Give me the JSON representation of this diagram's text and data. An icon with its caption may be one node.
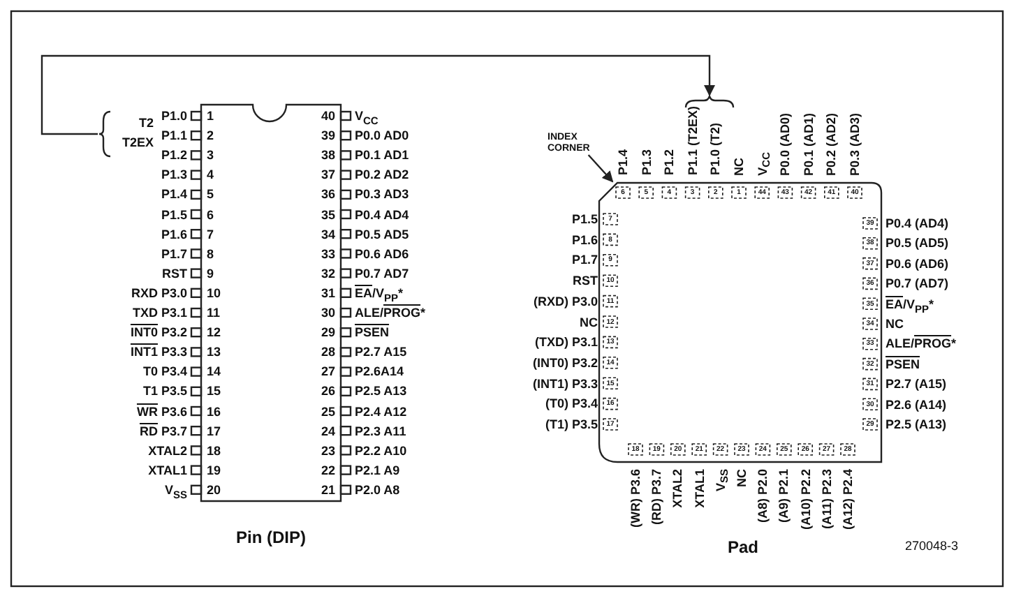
{
  "diagram": {
    "nodes": [
      {
        "text": [],
        "shape": "box",
        "beside": [
          "Pin (DIP)"
        ]
      },
      {
        "text": [
          "T2",
          "T2EX"
        ]
      },
      {
        "text": [],
        "shape": "bracket"
      },
      {
        "text": [],
        "shape": "box"
      },
      {
        "text": [
          "INDEX CORNER"
        ]
      }
    ],
    "edges": [
      {
        "from": 1,
        "to": 2,
        "arrow": "to"
      },
      {
        "from": 4,
        "to": 3,
        "arrow": "to"
      }
    ],
    "labels": [
      "P1.0",
      "1",
      "40",
      "V$_{CC}$",
      "P1.1",
      "2",
      "39",
      "P0.0 AD0",
      "P1.2",
      "3",
      "38",
      "P0.1 AD1",
      "P1.3",
      "4",
      "37",
      "P0.2 AD2",
      "P1.4",
      "5",
      "36",
      "P0.3 AD3",
      "P1.5",
      "6",
      "35",
      "P0.4 AD4",
      "P1.6",
      "7",
      "34",
      "P0.5 AD5",
      "P1.7",
      "8",
      "33",
      "P0.6 AD6",
      "RST",
      "9",
      "32",
      "P0.7 AD7",
      "RXD P3.0",
      "10",
      "31",
      "EA/V$_{PP}$*",
      "TXD P3.1",
      "11",
      "30",
      "ALE/PROG*",
      "INT0 P3.2",
      "12",
      "29",
      "PSEN",
      "INT1 P3.3",
      "13",
      "28",
      "P2.7 A15",
      "T0 P3.4",
      "14",
      "27",
      "P2.6A14",
      "T1 P3.5",
      "15",
      "26",
      "P2.5 A13",
      "WR P3.6",
      "16",
      "25",
      "P2.4 A12",
      "RD P3.7",
      "17",
      "24",
      "P2.3 A11",
      "XTAL2",
      "18",
      "23",
      "P2.2 A10",
      "XTAL1",
      "19",
      "22",
      "P2.1 A9",
      "V$_{SS}$",
      "20",
      "21",
      "P2.0 A8",
      "P1.4",
      "P1.3",
      "P1.2",
      "P1.1 (T2EX)",
      "P1.0 (T2)",
      "NC",
      "V$_{CC}$",
      "P0.0 (AD0)",
      "P0.1 (AD1)",
      "P0.2 (AD2)",
      "P0.3 (AD3)",
      "6",
      "5",
      "4",
      "3",
      "2",
      "1",
      "44",
      "43",
      "42",
      "41",
      "40",
      "P1.5",
      "P1.6",
      "P1.7",
      "RST",
      "(RXD) P3.0",
      "NC",
      "(TXD) P3.1",
      "(INT0) P3.2",
      "(INT1) P3.3",
      "(T0) P3.4",
      "(T1) P3.5",
      "7",
      "8",
      "9",
      "10",
      "11",
      "12",
      "13",
      "14",
      "15",
      "16",
      "17",
      "P0.4 (AD4)",
      "P0.5 (AD5)",
      "P0.6 (AD6)",
      "P0.7 (AD7)",
      "EA/V$_{PP}$*",
      "NC",
      "ALE/PROG*",
      "PSEN",
      "P2.7 (A15)",
      "P2.6 (A14)",
      "P2.5 (A13)",
      "39",
      "38",
      "37",
      "36",
      "35",
      "34",
      "33",
      "32",
      "31",
      "30",
      "29",
      "(WR) P3.6",
      "(RD) P3.7",
      "XTAL2",
      "XTAL1",
      "V$_{SS}$",
      "NC",
      "(A8) P2.0",
      "(A9) P2.1",
      "(A10) P2.2",
      "(A11) P2.3",
      "(A12) P2.4",
      "18",
      "19",
      "20",
      "21",
      "22",
      "23",
      "24",
      "25",
      "26",
      "27",
      "28",
      "270048-3",
      "Pad"
    ]
  }
}
